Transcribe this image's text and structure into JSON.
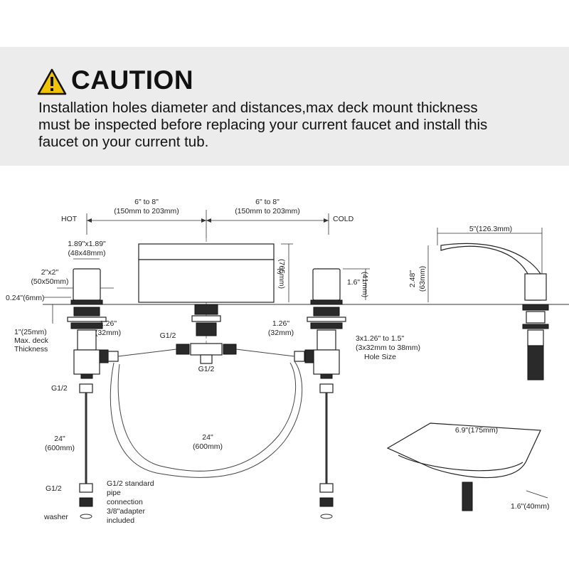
{
  "caution": {
    "title": "CAUTION",
    "lines": [
      "Installation holes diameter and distances,max deck mount thickness",
      "must be inspected before replacing your current faucet and install this",
      "faucet on your current tub."
    ],
    "icon": "warning-triangle-icon",
    "icon_color": "#f2c300",
    "band_color": "#ececec"
  },
  "labels": {
    "hot": "HOT",
    "cold": "COLD",
    "spacing_left_in": "6\" to 8\"",
    "spacing_left_mm": "(150mm to 203mm)",
    "spacing_right_in": "6\" to 8\"",
    "spacing_right_mm": "(150mm to 203mm)",
    "handle_top_in": "1.89\"x1.89\"",
    "handle_top_mm": "(48x48mm)",
    "handle_base_in": "2\"x2\"",
    "handle_base_mm": "(50x50mm)",
    "flange_thickness": "0.24\"(6mm)",
    "deck_1": "1\"(25mm)",
    "deck_2": "Max. deck",
    "deck_3": "Thickness",
    "spout_height_in": "3\"",
    "spout_height_mm": "(765mm)",
    "handle_height_in": "1.6\"",
    "handle_height_mm": "(41mm)",
    "side_reach": "5\"(126.3mm)",
    "side_height_in": "2.48\"",
    "side_height_mm": "(63mm)",
    "hole_left_in": "1.26\"",
    "hole_left_mm": "(32mm)",
    "hole_right_in": "1.26\"",
    "hole_right_mm": "(32mm)",
    "thread_g12_top": "G1/2",
    "thread_g12_tee": "G1/2",
    "hole_size_1": "3x1.26\" to 1.5\"",
    "hole_size_2": "(3x32mm to 38mm)",
    "hole_size_3": "Hole Size",
    "g12_left_upper": "G1/2",
    "g12_left_lower": "G1/2",
    "supply_len_in": "24\"",
    "supply_len_mm": "(600mm)",
    "hose_len_in": "24\"",
    "hose_len_mm": "(600mm)",
    "pipe_note_1": "G1/2 standard",
    "pipe_note_2": "pipe",
    "pipe_note_3": "connection",
    "pipe_note_4": "3/8\"adapter",
    "pipe_note_5": "included",
    "washer": "washer",
    "spout_width": "6.9\"(175mm)",
    "spout_depth": "1.6\"(40mm)"
  }
}
